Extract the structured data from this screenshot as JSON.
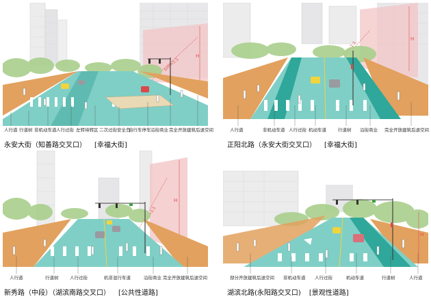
{
  "panels": [
    {
      "title": "永安大街（知善路交叉口）",
      "tag": "[幸福大街]",
      "h_label": "H",
      "ratio_label": "D/H≈1:1",
      "labels": [
        "人行道",
        "行道树",
        "非机动车道",
        "人行过街",
        "左转待转区",
        "二次过街安全岛",
        "自行车停车",
        "沿街商业",
        "完全开放建筑后退空间"
      ]
    },
    {
      "title": "正阳北路（永安大街交叉口）",
      "tag": "[幸福大街]",
      "h_label": "H",
      "ratio_label": "D/H≈1:1",
      "labels": [
        "人行道",
        "非机动车道",
        "人行过街",
        "机动车道",
        "行道树",
        "沿街商业",
        "完全开放建筑后退空间"
      ]
    },
    {
      "title": "新秀路（中段）（湖滨南路交叉口）",
      "tag": "[公共性道路]",
      "h_label": "H",
      "ratio_label": "D/H≈1:1",
      "labels": [
        "人行道",
        "行道树",
        "人行过街",
        "机非混行车道",
        "沿街商业",
        "完全开放建筑后退空间"
      ]
    },
    {
      "title": "湖滨北路(永阳路交叉口)",
      "tag": "[景观性道路]",
      "h_label": "H",
      "ratio_label": "",
      "labels": [
        "部分开放建筑后退空间",
        "非机动车道",
        "人行过街",
        "机动车道",
        "行道树",
        "人行道"
      ]
    }
  ],
  "colors": {
    "road_teal": "#7fcfc6",
    "road_dark": "#3fa89c",
    "sidewalk_orange": "#e2a15e",
    "building_pink": "#f3c6c6",
    "building_grey": "#e6e6e8",
    "tree_green": "#a9cf8c",
    "height_line_red": "#e05050"
  }
}
